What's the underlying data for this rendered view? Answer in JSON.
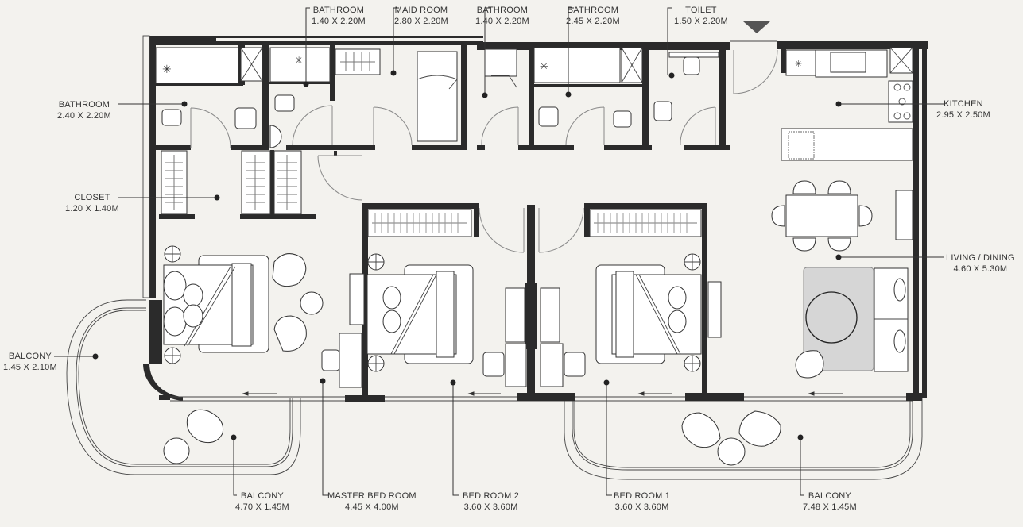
{
  "plan": {
    "rooms": [
      {
        "id": "bathroom-1",
        "name": "BATHROOM",
        "size": "1.40 X 2.20M"
      },
      {
        "id": "maid-room",
        "name": "MAID ROOM",
        "size": "2.80 X 2.20M"
      },
      {
        "id": "bathroom-2",
        "name": "BATHROOM",
        "size": "1.40 X 2.20M"
      },
      {
        "id": "bathroom-3",
        "name": "BATHROOM",
        "size": "2.45 X 2.20M"
      },
      {
        "id": "toilet",
        "name": "TOILET",
        "size": "1.50 X 2.20M"
      },
      {
        "id": "bathroom-master",
        "name": "BATHROOM",
        "size": "2.40 X 2.20M"
      },
      {
        "id": "closet",
        "name": "CLOSET",
        "size": "1.20 X 1.40M"
      },
      {
        "id": "balcony-west",
        "name": "BALCONY",
        "size": "1.45 X 2.10M"
      },
      {
        "id": "kitchen",
        "name": "KITCHEN",
        "size": "2.95 X 2.50M"
      },
      {
        "id": "living-dining",
        "name": "LIVING / DINING",
        "size": "4.60 X 5.30M"
      },
      {
        "id": "balcony-south-west",
        "name": "BALCONY",
        "size": "4.70 X 1.45M"
      },
      {
        "id": "master-bed-room",
        "name": "MASTER BED ROOM",
        "size": "4.45 X 4.00M"
      },
      {
        "id": "bed-room-2",
        "name": "BED ROOM 2",
        "size": "3.60 X 3.60M"
      },
      {
        "id": "bed-room-1",
        "name": "BED ROOM 1",
        "size": "3.60 X 3.60M"
      },
      {
        "id": "balcony-south-east",
        "name": "BALCONY",
        "size": "7.48 X 1.45M"
      }
    ],
    "entrance_marker": "entrance-arrow",
    "colors": {
      "background": "#f3f2ee",
      "wall": "#2b2b2b",
      "fixture": "#ffffff",
      "rug": "#d6d6d6"
    }
  }
}
